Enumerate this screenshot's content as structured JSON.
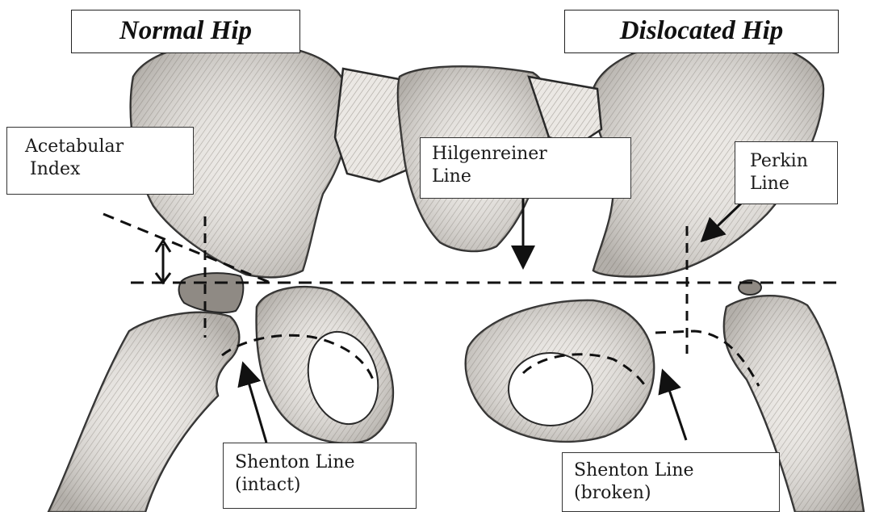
{
  "titles": {
    "left": "Normal Hip",
    "right": "Dislocated Hip"
  },
  "labels": {
    "acetabular_index": [
      "Acetabular",
      "Index"
    ],
    "hilgenreiner_line": [
      "Hilgenreiner",
      "Line"
    ],
    "perkin_line": [
      "Perkin",
      "Line"
    ],
    "shenton_intact": [
      "Shenton Line",
      "(intact)"
    ],
    "shenton_broken": [
      "Shenton Line",
      "(broken)"
    ]
  },
  "colors": {
    "bone_fill": "#e9e6e2",
    "bone_shade": "#8a8580",
    "outline": "#2a2a2a",
    "line": "#111111"
  }
}
